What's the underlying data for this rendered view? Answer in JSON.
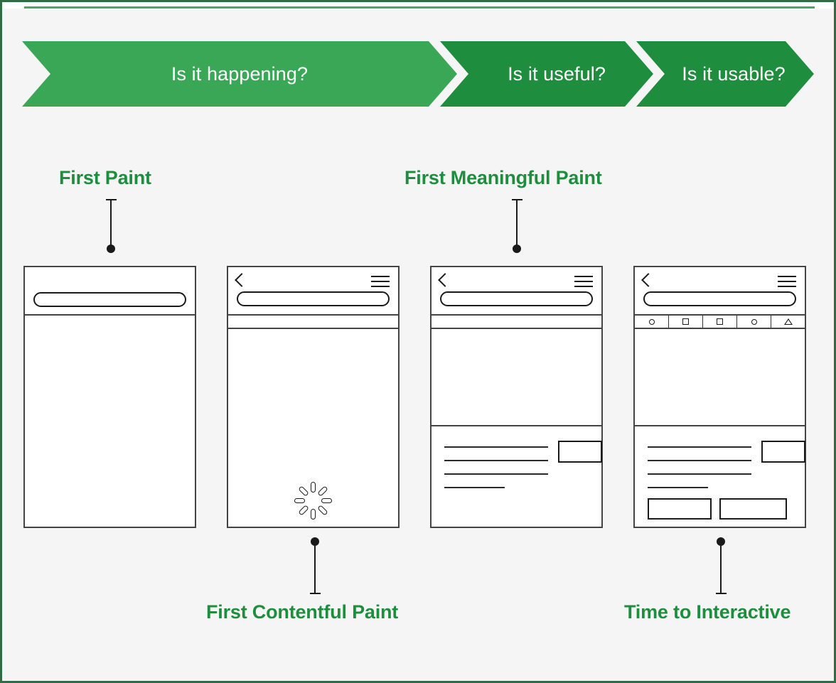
{
  "theme": {
    "page_bg": "#f5f5f5",
    "border": "#2f6b43",
    "accent_light": "#3aa757",
    "accent_dark": "#1e8e3e",
    "label_green": "#1e8e3e",
    "wire_stroke": "#444444"
  },
  "banner": {
    "phases": [
      {
        "label": "Is it happening?",
        "color": "#3aa757"
      },
      {
        "label": "Is it useful?",
        "color": "#1e8e3e"
      },
      {
        "label": "Is it usable?",
        "color": "#1e8e3e"
      }
    ]
  },
  "metrics": [
    {
      "id": "first-paint",
      "label": "First Paint",
      "position": "top"
    },
    {
      "id": "first-contentful-paint",
      "label": "First Contentful Paint",
      "position": "bottom"
    },
    {
      "id": "first-meaningful-paint",
      "label": "First Meaningful Paint",
      "position": "top"
    },
    {
      "id": "time-to-interactive",
      "label": "Time to Interactive",
      "position": "bottom"
    }
  ],
  "phones": [
    {
      "id": "phone-first-paint",
      "has_back": false,
      "has_menu": false,
      "has_search": true,
      "subbar": "none",
      "spinner": false,
      "content_divider": false,
      "text_lines": 0,
      "thumb_box": false,
      "action_buttons": 0
    },
    {
      "id": "phone-first-contentful-paint",
      "has_back": true,
      "has_menu": true,
      "has_search": true,
      "subbar": "plain",
      "spinner": true,
      "content_divider": false,
      "text_lines": 0,
      "thumb_box": false,
      "action_buttons": 0
    },
    {
      "id": "phone-first-meaningful-paint",
      "has_back": true,
      "has_menu": true,
      "has_search": true,
      "subbar": "plain",
      "spinner": false,
      "content_divider": true,
      "text_lines": 4,
      "thumb_box": true,
      "action_buttons": 0
    },
    {
      "id": "phone-time-to-interactive",
      "has_back": true,
      "has_menu": true,
      "has_search": true,
      "subbar": "toolbar",
      "spinner": false,
      "content_divider": true,
      "text_lines": 4,
      "thumb_box": true,
      "action_buttons": 2
    }
  ],
  "toolbar_icons": [
    "circle-icon",
    "square-icon",
    "square-icon",
    "circle-icon",
    "triangle-icon"
  ],
  "icons": {
    "back": "chevron-left-icon",
    "menu": "hamburger-menu-icon",
    "search": "search-pill-icon",
    "spinner": "loading-spinner-icon"
  }
}
